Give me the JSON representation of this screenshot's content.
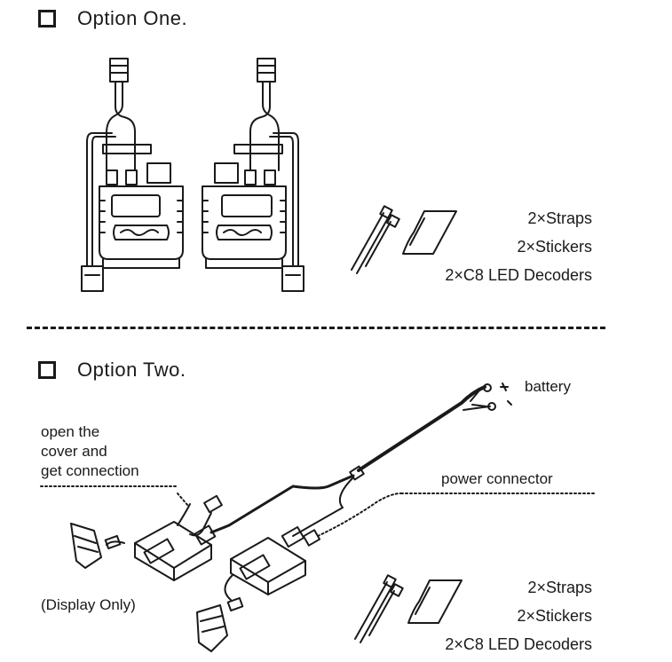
{
  "option_one": {
    "heading": "Option One.",
    "contents": [
      "2×Straps",
      "2×Stickers",
      "2×C8 LED Decoders"
    ]
  },
  "option_two": {
    "heading": "Option Two.",
    "contents": [
      "2×Straps",
      "2×Stickers",
      "2×C8 LED Decoders"
    ],
    "callouts": {
      "battery": "battery",
      "power_connector": "power connector",
      "open_cover": [
        "open the",
        "cover and",
        "get connection"
      ],
      "display_only": "(Display Only)"
    }
  },
  "colors": {
    "ink": "#1a1a1a",
    "background": "#ffffff"
  },
  "icons": [
    "decoder-module-icon",
    "connector-plug-icon",
    "cable-strap-icon",
    "sticker-sheet-icon",
    "bulb-socket-icon"
  ]
}
